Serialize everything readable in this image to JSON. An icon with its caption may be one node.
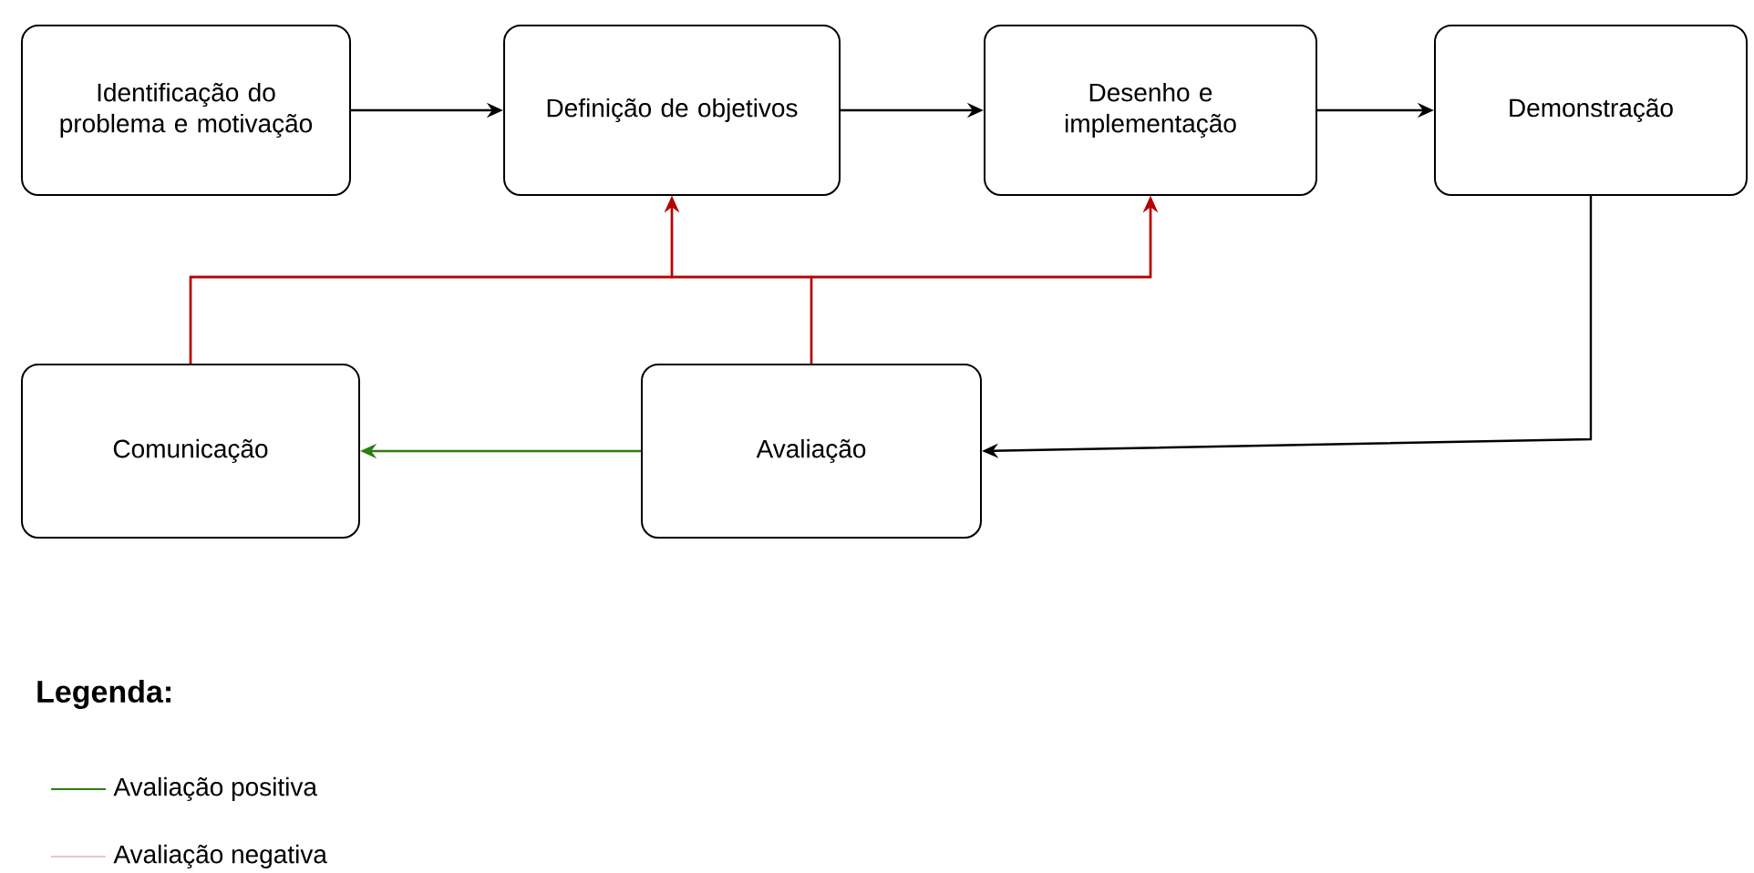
{
  "diagram": {
    "nodes": [
      {
        "text": [
          "Identificação do problema e motivação"
        ]
      },
      {
        "text": [
          "Definição de objetivos"
        ]
      },
      {
        "text": [
          "Desenho e implementação"
        ]
      },
      {
        "text": [
          "Demonstração"
        ]
      },
      {
        "text": [
          "Comunicação"
        ]
      },
      {
        "text": [
          "Avaliação"
        ]
      }
    ],
    "edges": [
      {
        "from": 0,
        "to": 1,
        "arrow": "to"
      },
      {
        "from": 1,
        "to": 2,
        "arrow": "to"
      },
      {
        "from": 2,
        "to": 3,
        "arrow": "to"
      },
      {
        "from": 3,
        "to": 5,
        "arrow": "to"
      },
      {
        "from": 5,
        "to": 4,
        "arrow": "to",
        "color": "#2e7d0e"
      },
      {
        "from": 5,
        "to": 1,
        "arrow": "to",
        "color": "#b80000"
      },
      {
        "from": 5,
        "to": 2,
        "arrow": "to",
        "color": "#b80000"
      },
      {
        "from": 4,
        "to": 1,
        "arrow": "to",
        "color": "#b80000"
      },
      {
        "from": 4,
        "to": 2,
        "arrow": "to",
        "color": "#b80000"
      }
    ],
    "labels": [
      "Legenda:"
    ],
    "legend": [
      {
        "text": "Avaliação positiva"
      },
      {
        "text": "Avaliação negativa"
      }
    ]
  }
}
